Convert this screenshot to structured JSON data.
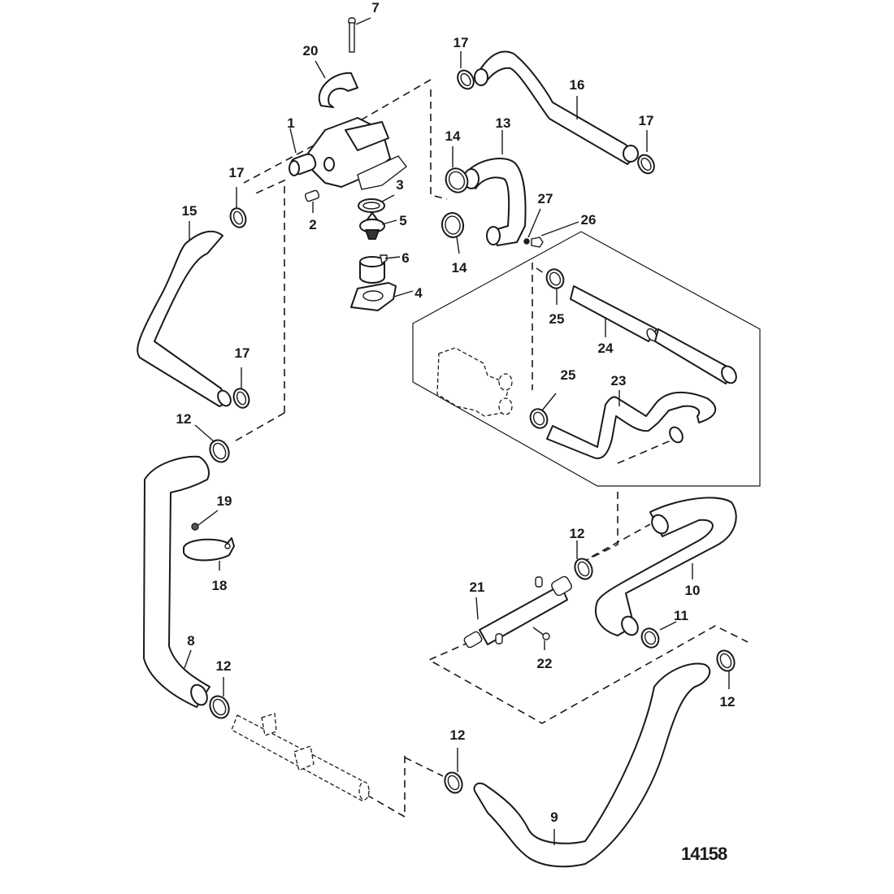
{
  "diagram": {
    "title": "Cooling system hoses exploded parts diagram",
    "figure_number": "14158",
    "callouts": [
      {
        "id": "c7",
        "number": "7"
      },
      {
        "id": "c20",
        "number": "20"
      },
      {
        "id": "c1",
        "number": "1"
      },
      {
        "id": "c2",
        "number": "2"
      },
      {
        "id": "c3",
        "number": "3"
      },
      {
        "id": "c5",
        "number": "5"
      },
      {
        "id": "c6",
        "number": "6"
      },
      {
        "id": "c4",
        "number": "4"
      },
      {
        "id": "c17a",
        "number": "17"
      },
      {
        "id": "c16",
        "number": "16"
      },
      {
        "id": "c17b",
        "number": "17"
      },
      {
        "id": "c14a",
        "number": "14"
      },
      {
        "id": "c13",
        "number": "13"
      },
      {
        "id": "c27",
        "number": "27"
      },
      {
        "id": "c26",
        "number": "26"
      },
      {
        "id": "c14b",
        "number": "14"
      },
      {
        "id": "c17c",
        "number": "17"
      },
      {
        "id": "c15",
        "number": "15"
      },
      {
        "id": "c17d",
        "number": "17"
      },
      {
        "id": "c12a",
        "number": "12"
      },
      {
        "id": "c25a",
        "number": "25"
      },
      {
        "id": "c24",
        "number": "24"
      },
      {
        "id": "c25b",
        "number": "25"
      },
      {
        "id": "c23",
        "number": "23"
      },
      {
        "id": "c19",
        "number": "19"
      },
      {
        "id": "c18",
        "number": "18"
      },
      {
        "id": "c12b",
        "number": "12"
      },
      {
        "id": "c10",
        "number": "10"
      },
      {
        "id": "c21",
        "number": "21"
      },
      {
        "id": "c11",
        "number": "11"
      },
      {
        "id": "c22",
        "number": "22"
      },
      {
        "id": "c8",
        "number": "8"
      },
      {
        "id": "c12c",
        "number": "12"
      },
      {
        "id": "c12d",
        "number": "12"
      },
      {
        "id": "c12e",
        "number": "12"
      },
      {
        "id": "c9",
        "number": "9"
      }
    ]
  }
}
